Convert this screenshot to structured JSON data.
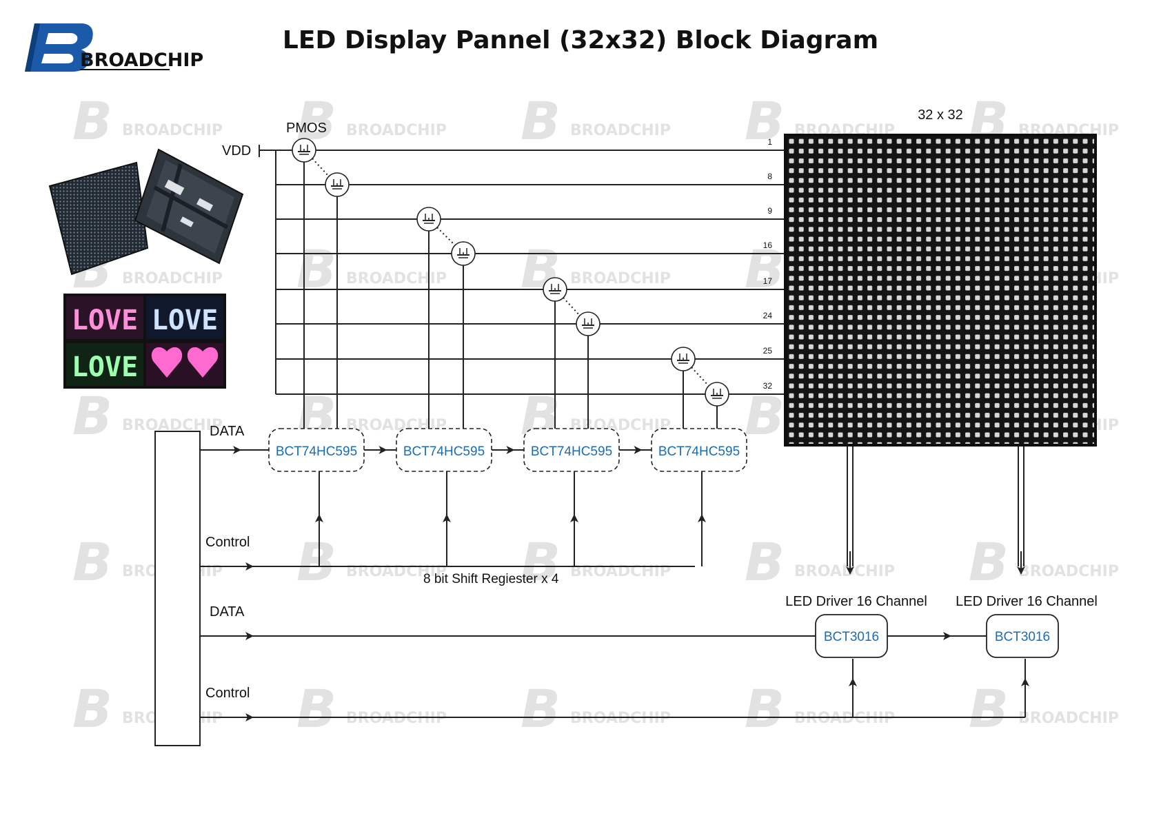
{
  "logo": {
    "letter": "B",
    "text": "BROADCHIP"
  },
  "title": "LED Display Pannel (32x32) Block Diagram",
  "watermark": {
    "letter": "B",
    "text": "BROADCHIP"
  },
  "photos": {
    "love_words": [
      "LOVE",
      "LOVE",
      "LOVE"
    ],
    "love_colors": [
      "#ff8fd8",
      "#cfe2ff",
      "#9dffb0",
      "#ff6ad0"
    ]
  },
  "labels": {
    "pmos": "PMOS",
    "vdd": "VDD",
    "matrix_size": "32 x 32",
    "row_numbers": [
      "1",
      "8",
      "9",
      "16",
      "17",
      "24",
      "25",
      "32"
    ],
    "data_top": "DATA",
    "control_top": "Control",
    "data_bottom": "DATA",
    "control_bottom": "Control",
    "shift_register_note": "8 bit Shift Regiester  x 4",
    "driver_label_1": "LED Driver 16 Channel",
    "driver_label_2": "LED Driver 16 Channel"
  },
  "shift_registers": [
    "BCT74HC595",
    "BCT74HC595",
    "BCT74HC595",
    "BCT74HC595"
  ],
  "drivers": [
    "BCT3016",
    "BCT3016"
  ],
  "colors": {
    "chip_text": "#1a6db3",
    "logo_blue": "#1b5aa8",
    "line": "#222222"
  }
}
